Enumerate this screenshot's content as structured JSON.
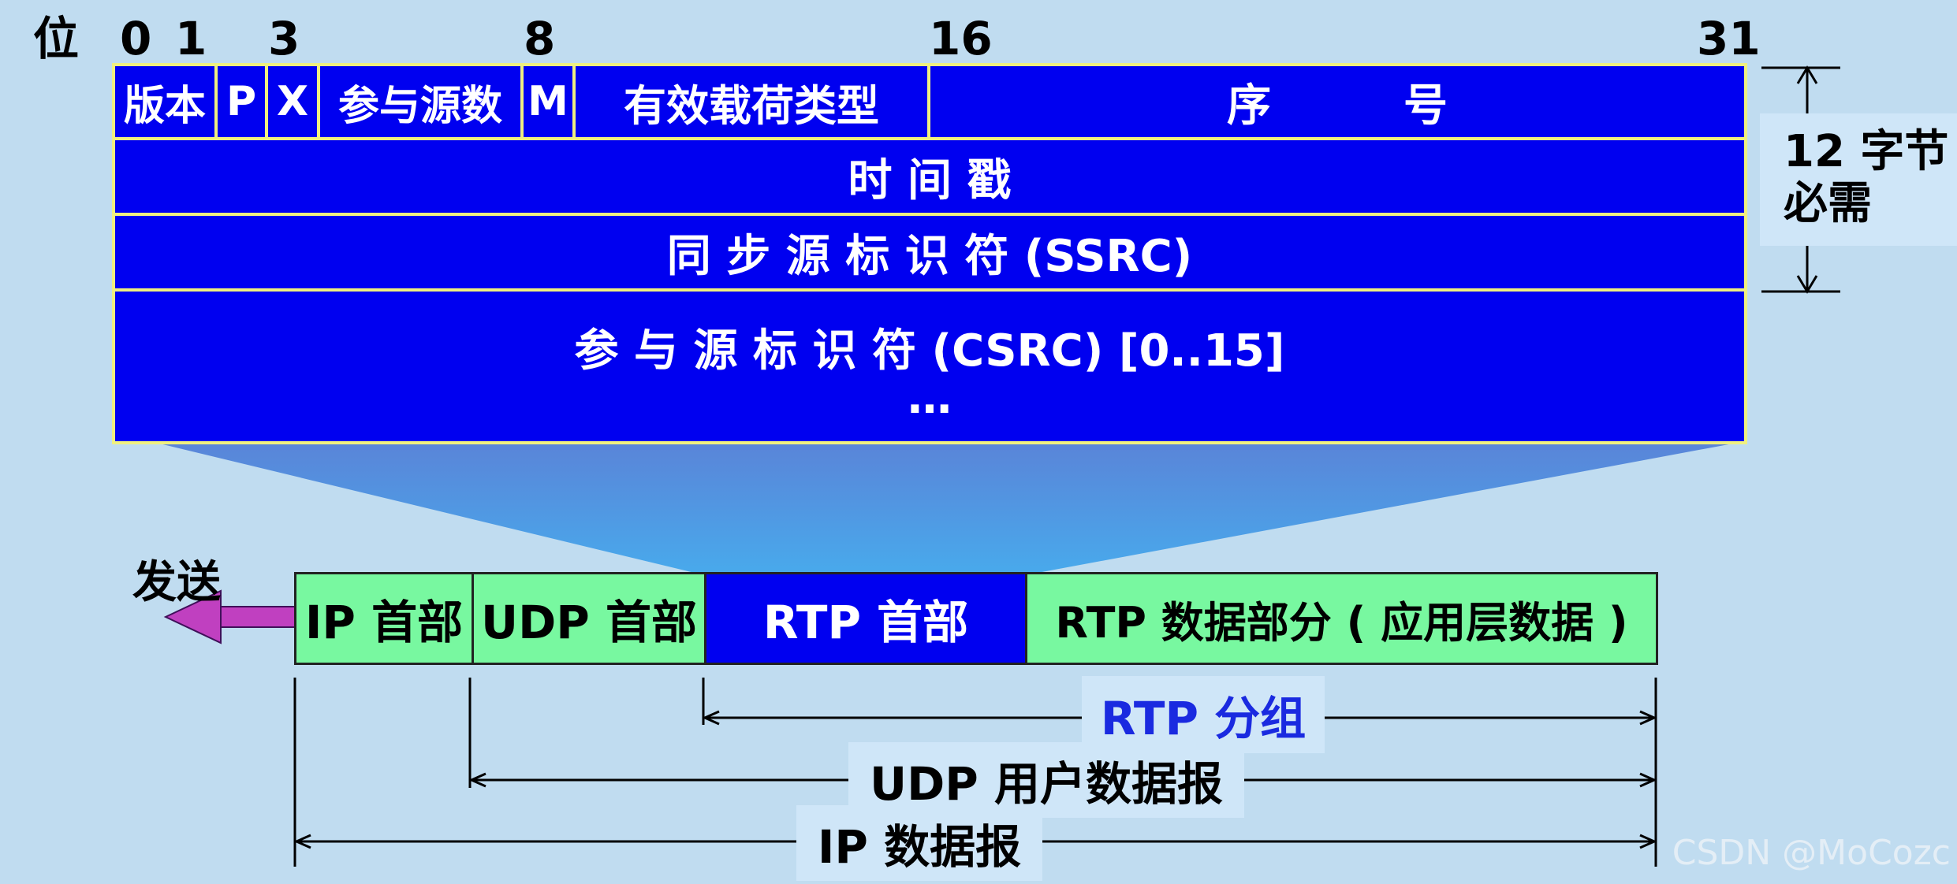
{
  "bit_axis": {
    "unit_label": "位",
    "ticks": [
      "0",
      "1",
      "3",
      "8",
      "16",
      "31"
    ]
  },
  "header": {
    "row1": {
      "version": "版本",
      "p": "P",
      "x": "X",
      "cc": "参与源数",
      "m": "M",
      "payload_type": "有效载荷类型",
      "sequence": "序　　　号"
    },
    "timestamp": "时 间 戳",
    "ssrc": "同 步 源 标 识 符 (SSRC)",
    "csrc": "参 与 源 标 识 符 (CSRC) [0..15]",
    "csrc_more": "…"
  },
  "required_note": {
    "line1": "12 字节",
    "line2": "必需"
  },
  "packet": {
    "send_label": "发送",
    "ip_header": "IP 首部",
    "udp_header": "UDP 首部",
    "rtp_header": "RTP 首部",
    "rtp_data": "RTP 数据部分 ( 应用层数据 )"
  },
  "spans": {
    "rtp_packet": "RTP 分组",
    "udp_datagram": "UDP 用户数据报",
    "ip_datagram": "IP 数据报"
  },
  "colors": {
    "background": "#c0dcf0",
    "header_blue": "#0000f0",
    "border_yellow": "#f0f080",
    "packet_green": "#78f8a0",
    "arrow_magenta": "#c040c0",
    "rtp_label_blue": "#1a2ae0"
  },
  "watermark": "CSDN @MoCozc"
}
